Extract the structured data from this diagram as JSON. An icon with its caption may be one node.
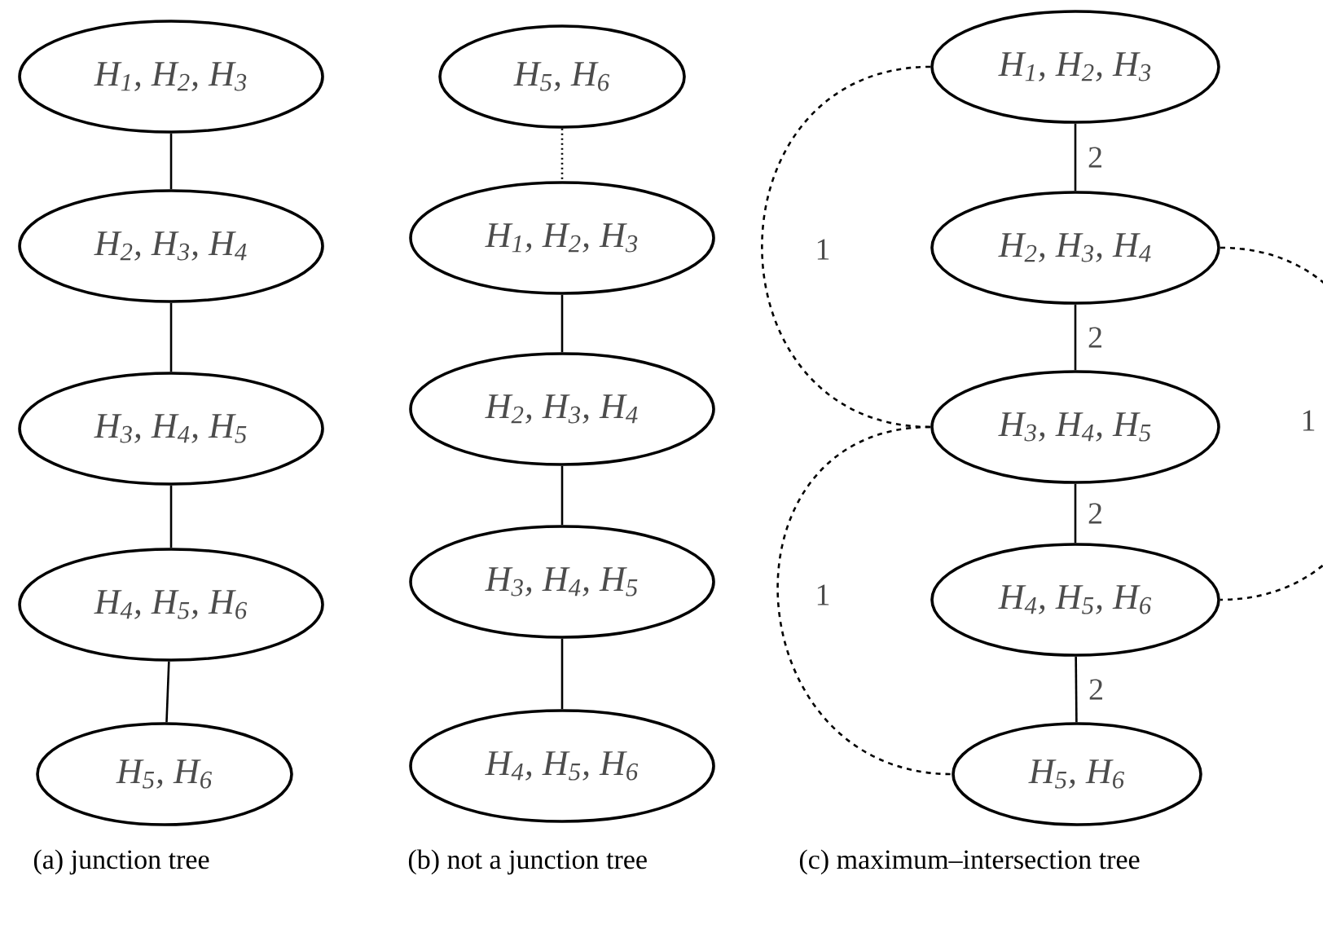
{
  "diagram": {
    "nodes": [
      {
        "text": [
          "H$_{1}$, H$_{2}$, H$_{3}$"
        ]
      },
      {
        "text": [
          "H$_{2}$, H$_{3}$, H$_{4}$"
        ]
      },
      {
        "text": [
          "H$_{3}$, H$_{4}$, H$_{5}$"
        ]
      },
      {
        "text": [
          "H$_{4}$, H$_{5}$, H$_{6}$"
        ]
      },
      {
        "text": [
          "H$_{5}$, H$_{6}$"
        ]
      },
      {
        "text": [
          "H$_{5}$, H$_{6}$"
        ]
      },
      {
        "text": [
          "H$_{1}$, H$_{2}$, H$_{3}$"
        ]
      },
      {
        "text": [
          "H$_{2}$, H$_{3}$, H$_{4}$"
        ]
      },
      {
        "text": [
          "H$_{3}$, H$_{4}$, H$_{5}$"
        ]
      },
      {
        "text": [
          "H$_{4}$, H$_{5}$, H$_{6}$"
        ]
      },
      {
        "text": [
          "H$_{1}$, H$_{2}$, H$_{3}$"
        ]
      },
      {
        "text": [
          "H$_{2}$, H$_{3}$, H$_{4}$"
        ]
      },
      {
        "text": [
          "H$_{3}$, H$_{4}$, H$_{5}$"
        ]
      },
      {
        "text": [
          "H$_{4}$, H$_{5}$, H$_{6}$"
        ]
      },
      {
        "text": [
          "H$_{5}$, H$_{6}$"
        ]
      }
    ],
    "edges": [
      {
        "from": 0,
        "to": 1,
        "arrow": "none"
      },
      {
        "from": 1,
        "to": 2,
        "arrow": "none"
      },
      {
        "from": 2,
        "to": 3,
        "arrow": "none"
      },
      {
        "from": 3,
        "to": 4,
        "arrow": "none"
      },
      {
        "from": 5,
        "to": 6,
        "arrow": "none",
        "style": "dashed"
      },
      {
        "from": 6,
        "to": 7,
        "arrow": "none"
      },
      {
        "from": 7,
        "to": 8,
        "arrow": "none"
      },
      {
        "from": 8,
        "to": 9,
        "arrow": "none"
      },
      {
        "from": 10,
        "to": 11,
        "arrow": "none",
        "label": "2"
      },
      {
        "from": 11,
        "to": 12,
        "arrow": "none",
        "label": "2"
      },
      {
        "from": 12,
        "to": 13,
        "arrow": "none",
        "label": "2"
      },
      {
        "from": 13,
        "to": 14,
        "arrow": "none",
        "label": "2"
      },
      {
        "from": 10,
        "to": 12,
        "arrow": "none",
        "style": "dashed",
        "label": "1"
      },
      {
        "from": 11,
        "to": 13,
        "arrow": "none",
        "style": "dashed",
        "label": "1"
      },
      {
        "from": 12,
        "to": 14,
        "arrow": "none",
        "style": "dashed",
        "label": "1"
      }
    ],
    "labels": [
      "(a)  junction tree",
      "(b)  not a junction tree",
      "(c)  maximum–intersection tree"
    ]
  }
}
